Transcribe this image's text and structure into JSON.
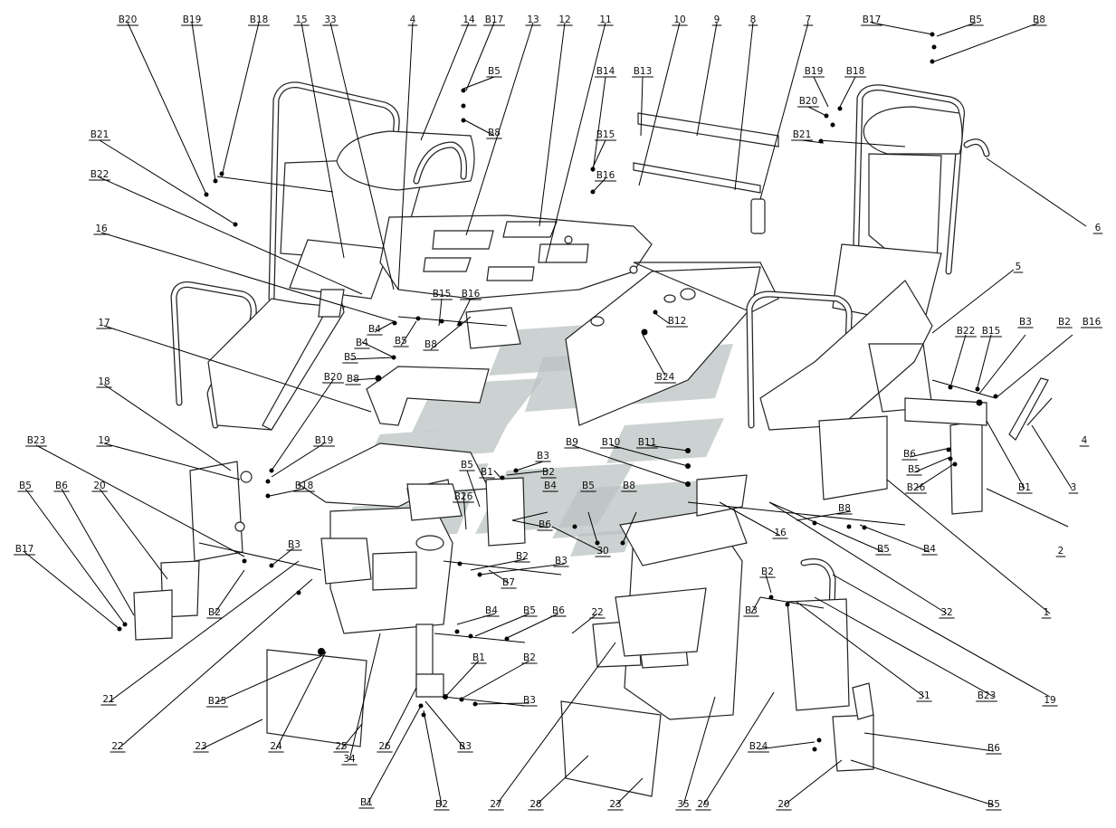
{
  "watermark": {
    "color": "#b9c3c2"
  },
  "callouts": [
    {
      "id": "B20",
      "text": "B20"
    },
    {
      "id": "B19",
      "text": "B19"
    },
    {
      "id": "B18",
      "text": "B18"
    },
    {
      "id": "15",
      "text": "15"
    },
    {
      "id": "33",
      "text": "33"
    },
    {
      "id": "4a",
      "text": "4"
    },
    {
      "id": "14",
      "text": "14"
    },
    {
      "id": "B17a",
      "text": "B17"
    },
    {
      "id": "13",
      "text": "13"
    },
    {
      "id": "12",
      "text": "12"
    },
    {
      "id": "11",
      "text": "11"
    },
    {
      "id": "10",
      "text": "10"
    },
    {
      "id": "9",
      "text": "9"
    },
    {
      "id": "8",
      "text": "8"
    },
    {
      "id": "7",
      "text": "7"
    },
    {
      "id": "B17b",
      "text": "B17"
    },
    {
      "id": "B5a",
      "text": "B5"
    },
    {
      "id": "B8a",
      "text": "B8"
    },
    {
      "id": "B5b",
      "text": "B5"
    },
    {
      "id": "B8b",
      "text": "B8"
    },
    {
      "id": "B14",
      "text": "B14"
    },
    {
      "id": "B13",
      "text": "B13"
    },
    {
      "id": "B19b",
      "text": "B19"
    },
    {
      "id": "B18b",
      "text": "B18"
    },
    {
      "id": "B20b",
      "text": "B20"
    },
    {
      "id": "B21b",
      "text": "B21"
    },
    {
      "id": "B15a",
      "text": "B15"
    },
    {
      "id": "B16a",
      "text": "B16"
    },
    {
      "id": "6",
      "text": "6"
    },
    {
      "id": "B21",
      "text": "B21"
    },
    {
      "id": "B22",
      "text": "B22"
    },
    {
      "id": "16a",
      "text": "16"
    },
    {
      "id": "5",
      "text": "5"
    },
    {
      "id": "B15b",
      "text": "B15"
    },
    {
      "id": "B16b",
      "text": "B16"
    },
    {
      "id": "B4a",
      "text": "B4"
    },
    {
      "id": "B5c",
      "text": "B5"
    },
    {
      "id": "B8c",
      "text": "B8"
    },
    {
      "id": "B12",
      "text": "B12"
    },
    {
      "id": "17",
      "text": "17"
    },
    {
      "id": "B4b",
      "text": "B4"
    },
    {
      "id": "B5d",
      "text": "B5"
    },
    {
      "id": "B8d",
      "text": "B8"
    },
    {
      "id": "B20c",
      "text": "B20"
    },
    {
      "id": "B24a",
      "text": "B24"
    },
    {
      "id": "B22b",
      "text": "B22"
    },
    {
      "id": "B15c",
      "text": "B15"
    },
    {
      "id": "B3a",
      "text": "B3"
    },
    {
      "id": "B2a",
      "text": "B2"
    },
    {
      "id": "B16c",
      "text": "B16"
    },
    {
      "id": "18",
      "text": "18"
    },
    {
      "id": "B3b",
      "text": "B3"
    },
    {
      "id": "B9",
      "text": "B9"
    },
    {
      "id": "B10",
      "text": "B10"
    },
    {
      "id": "B11",
      "text": "B11"
    },
    {
      "id": "B23a",
      "text": "B23"
    },
    {
      "id": "19a",
      "text": "19"
    },
    {
      "id": "B19c",
      "text": "B19"
    },
    {
      "id": "B5e",
      "text": "B5"
    },
    {
      "id": "B1a",
      "text": "B1"
    },
    {
      "id": "B2b",
      "text": "B2"
    },
    {
      "id": "B6a",
      "text": "B6"
    },
    {
      "id": "B5f",
      "text": "B5"
    },
    {
      "id": "B26a",
      "text": "B26"
    },
    {
      "id": "B1b",
      "text": "B1"
    },
    {
      "id": "4b",
      "text": "4"
    },
    {
      "id": "3",
      "text": "3"
    },
    {
      "id": "B18c",
      "text": "B18"
    },
    {
      "id": "B26b",
      "text": "B26"
    },
    {
      "id": "B4c",
      "text": "B4"
    },
    {
      "id": "B5g",
      "text": "B5"
    },
    {
      "id": "B8e",
      "text": "B8"
    },
    {
      "id": "B5h",
      "text": "B5"
    },
    {
      "id": "B6b",
      "text": "B6"
    },
    {
      "id": "20a",
      "text": "20"
    },
    {
      "id": "B6c",
      "text": "B6"
    },
    {
      "id": "16b",
      "text": "16"
    },
    {
      "id": "B8f",
      "text": "B8"
    },
    {
      "id": "B5i",
      "text": "B5"
    },
    {
      "id": "B4d",
      "text": "B4"
    },
    {
      "id": "2",
      "text": "2"
    },
    {
      "id": "B17c",
      "text": "B17"
    },
    {
      "id": "30",
      "text": "30"
    },
    {
      "id": "B3c",
      "text": "B3"
    },
    {
      "id": "B2c",
      "text": "B2"
    },
    {
      "id": "B3d",
      "text": "B3"
    },
    {
      "id": "B7",
      "text": "B7"
    },
    {
      "id": "B2d",
      "text": "B2"
    },
    {
      "id": "B3e",
      "text": "B3"
    },
    {
      "id": "32",
      "text": "32"
    },
    {
      "id": "1",
      "text": "1"
    },
    {
      "id": "B2e",
      "text": "B2"
    },
    {
      "id": "B4e",
      "text": "B4"
    },
    {
      "id": "B5j",
      "text": "B5"
    },
    {
      "id": "B6d",
      "text": "B6"
    },
    {
      "id": "22a",
      "text": "22"
    },
    {
      "id": "B1c",
      "text": "B1"
    },
    {
      "id": "B2f",
      "text": "B2"
    },
    {
      "id": "B3f",
      "text": "B3"
    },
    {
      "id": "21",
      "text": "21"
    },
    {
      "id": "22b",
      "text": "22"
    },
    {
      "id": "B25",
      "text": "B25"
    },
    {
      "id": "23a",
      "text": "23"
    },
    {
      "id": "24",
      "text": "24"
    },
    {
      "id": "25",
      "text": "25"
    },
    {
      "id": "34",
      "text": "34"
    },
    {
      "id": "26",
      "text": "26"
    },
    {
      "id": "B3g",
      "text": "B3"
    },
    {
      "id": "B1d",
      "text": "B1"
    },
    {
      "id": "B2g",
      "text": "B2"
    },
    {
      "id": "27",
      "text": "27"
    },
    {
      "id": "28",
      "text": "28"
    },
    {
      "id": "23b",
      "text": "23"
    },
    {
      "id": "35",
      "text": "35"
    },
    {
      "id": "29",
      "text": "29"
    },
    {
      "id": "31",
      "text": "31"
    },
    {
      "id": "B23b",
      "text": "B23"
    },
    {
      "id": "19b",
      "text": "19"
    },
    {
      "id": "B24b",
      "text": "B24"
    },
    {
      "id": "B6e",
      "text": "B6"
    },
    {
      "id": "20b",
      "text": "20"
    },
    {
      "id": "B5k",
      "text": "B5"
    }
  ]
}
